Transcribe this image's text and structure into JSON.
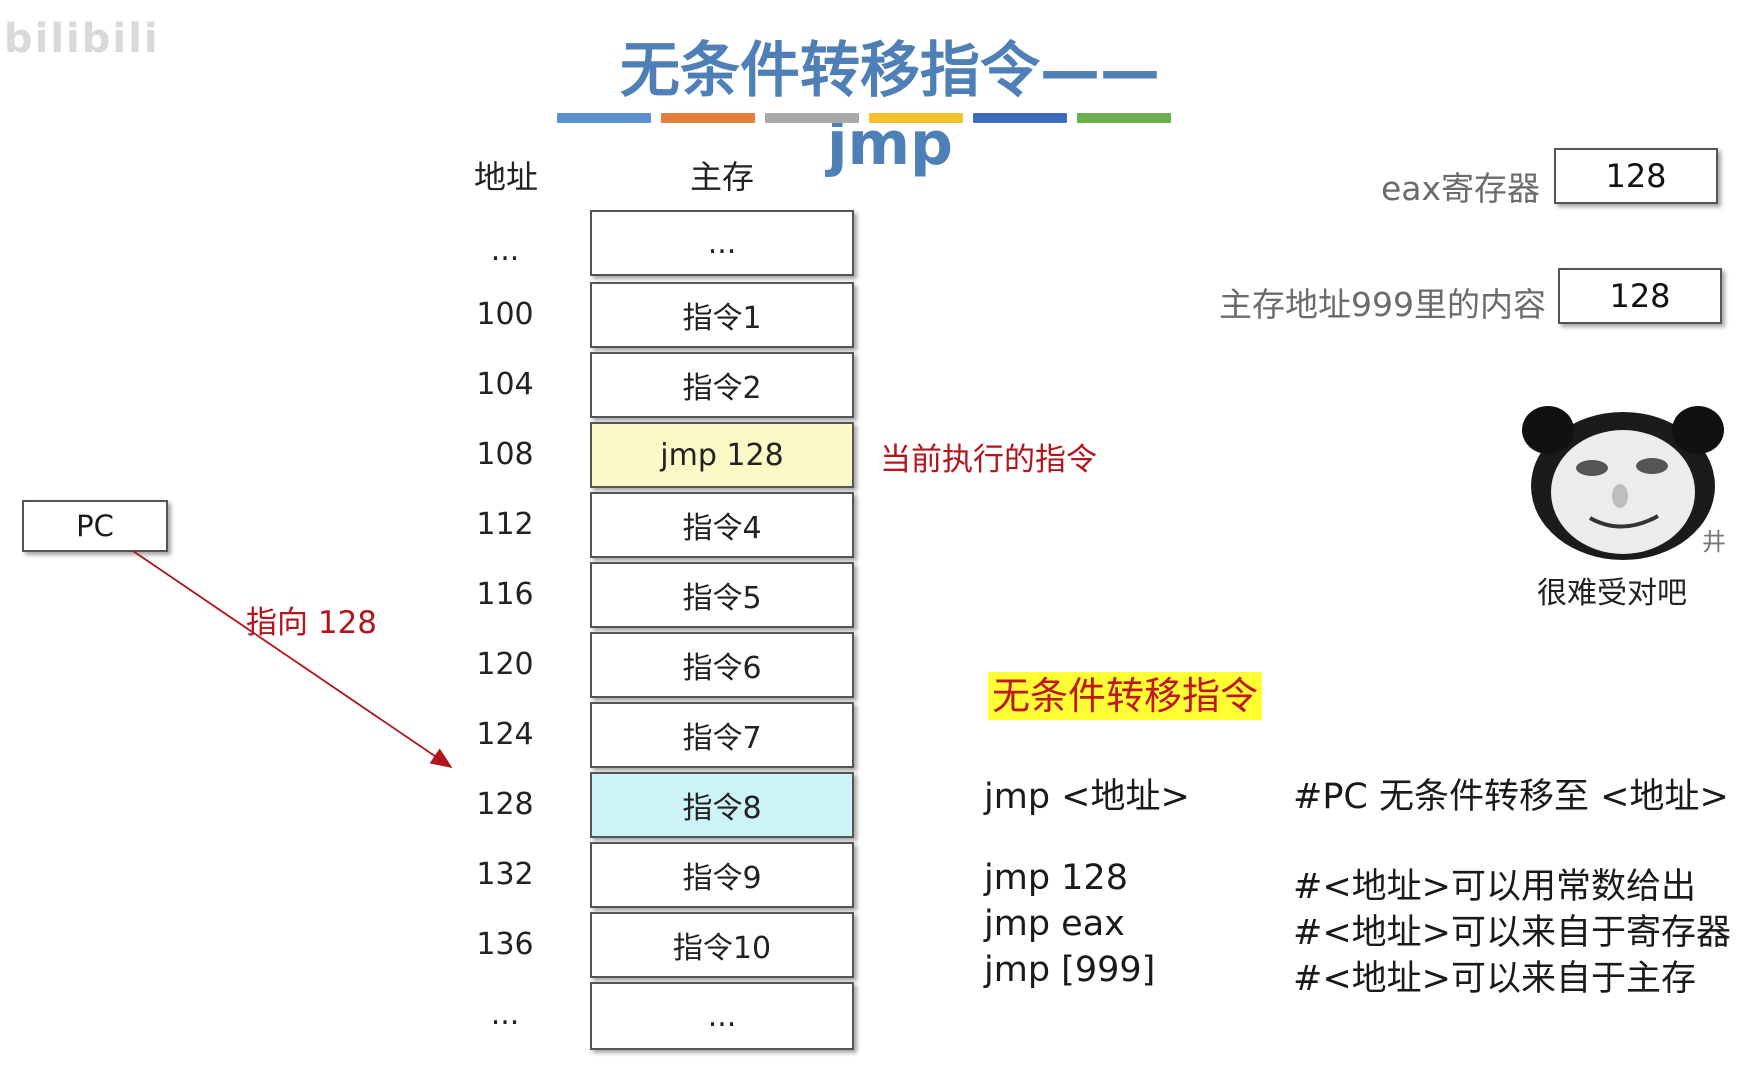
{
  "watermark": "bilibili",
  "title": "无条件转移指令——jmp",
  "color_bar": [
    "#5b8fce",
    "#e47e3c",
    "#a9a9a9",
    "#f2c12e",
    "#3f6bbf",
    "#6ab04c"
  ],
  "memory": {
    "address_header": "地址",
    "memory_header": "主存",
    "rows": [
      {
        "address": "...",
        "content": "...",
        "state": "normal"
      },
      {
        "address": "100",
        "content": "指令1",
        "state": "normal"
      },
      {
        "address": "104",
        "content": "指令2",
        "state": "normal"
      },
      {
        "address": "108",
        "content": "jmp 128",
        "state": "current"
      },
      {
        "address": "112",
        "content": "指令4",
        "state": "normal"
      },
      {
        "address": "116",
        "content": "指令5",
        "state": "normal"
      },
      {
        "address": "120",
        "content": "指令6",
        "state": "normal"
      },
      {
        "address": "124",
        "content": "指令7",
        "state": "normal"
      },
      {
        "address": "128",
        "content": "指令8",
        "state": "target"
      },
      {
        "address": "132",
        "content": "指令9",
        "state": "normal"
      },
      {
        "address": "136",
        "content": "指令10",
        "state": "normal"
      },
      {
        "address": "...",
        "content": "...",
        "state": "normal"
      }
    ],
    "current_note": "当前执行的指令"
  },
  "registers": {
    "eax_label": "eax寄存器",
    "eax_value": "128",
    "mem999_label": "主存地址999里的内容",
    "mem999_value": "128"
  },
  "pc": {
    "label": "PC",
    "arrow_label": "指向 128"
  },
  "meme": {
    "icon": "panda-face-icon",
    "caption": "很难受对吧",
    "corner_mark": "井"
  },
  "explanation": {
    "heading": "无条件转移指令",
    "syntax": "jmp <地址>",
    "syntax_comment": "#PC 无条件转移至 <地址>",
    "examples": [
      {
        "code": "jmp 128",
        "comment": "#<地址>可以用常数给出"
      },
      {
        "code": "jmp eax",
        "comment": "#<地址>可以来自于寄存器"
      },
      {
        "code": "jmp [999]",
        "comment": "#<地址>可以来自于主存"
      }
    ]
  }
}
